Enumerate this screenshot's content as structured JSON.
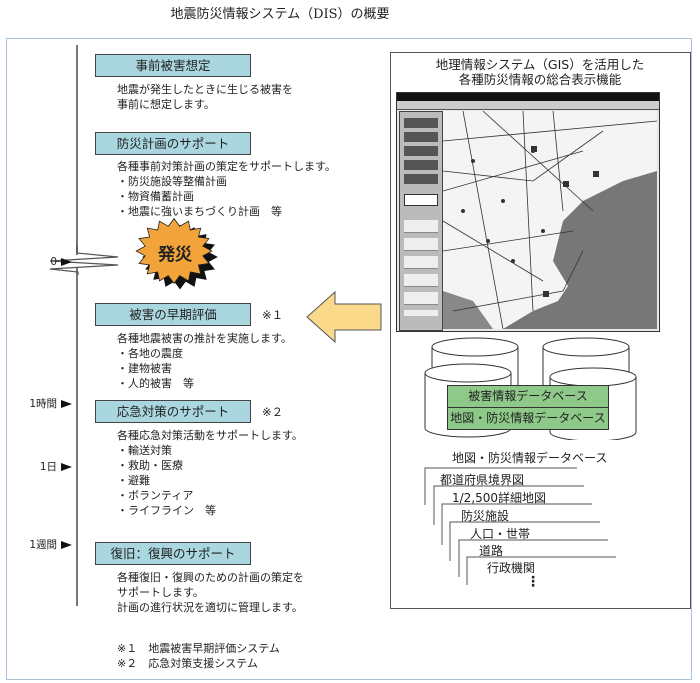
{
  "title": "地震防災情報システム（DIS）の概要",
  "timeline": {
    "ticks": [
      "0",
      "1時間",
      "1日",
      "1週間"
    ]
  },
  "event_label": "発災",
  "sections": [
    {
      "heading": "事前被害想定",
      "note": "",
      "lines": [
        "地震が発生したときに生じる被害を",
        "事前に想定します。"
      ]
    },
    {
      "heading": "防災計画のサポート",
      "note": "",
      "lines": [
        "各種事前対策計画の策定をサポートします。",
        "・防災施設等整備計画",
        "・物資備蓄計画",
        "・地震に強いまちづくり計画　等"
      ]
    },
    {
      "heading": "被害の早期評価",
      "note": "※１",
      "lines": [
        "各種地震被害の推計を実施します。",
        "・各地の震度",
        "・建物被害",
        "・人的被害　等"
      ]
    },
    {
      "heading": "応急対策のサポート",
      "note": "※２",
      "lines": [
        "各種応急対策活動をサポートします。",
        "・輸送対策",
        "・救助・医療",
        "・避難",
        "・ボランティア",
        "・ライフライン　等"
      ]
    },
    {
      "heading": "復旧：復興のサポート",
      "note": "",
      "lines": [
        "各種復旧・復興のための計画の策定を",
        "サポートします。",
        "計画の進行状況を適切に管理します。"
      ]
    }
  ],
  "footnotes": [
    "※１　地震被害早期評価システム",
    "※２　応急対策支援システム"
  ],
  "gis_panel": {
    "title_lines": [
      "地理情報システム（GIS）を活用した",
      "各種防災情報の総合表示機能"
    ],
    "databases": [
      "被害情報データベース",
      "地図・防災情報データベース"
    ],
    "db_list_title": "地図・防災情報データベース",
    "db_list": [
      "都道府県境界図",
      "1/2,500詳細地図",
      "防災施設",
      "人口・世帯",
      "道路",
      "行政機関"
    ],
    "ellipsis": "⋮"
  },
  "colors": {
    "box": "#a9d6df",
    "green": "#8fc98a",
    "burst": "#f2a33a",
    "arrow": "#fbd98a"
  }
}
